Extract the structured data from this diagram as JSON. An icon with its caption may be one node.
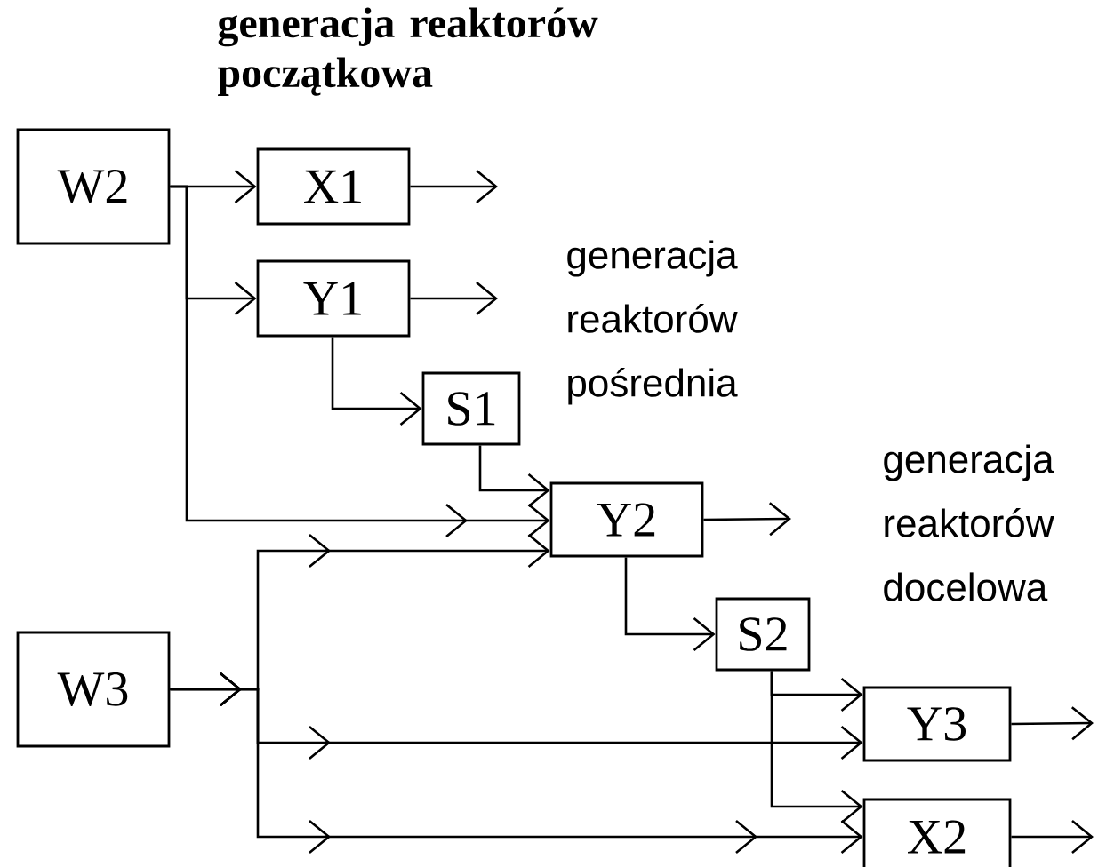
{
  "diagram": {
    "nodes": [
      {
        "text": [
          "W2"
        ]
      },
      {
        "text": [
          "X1"
        ]
      },
      {
        "text": [
          "Y1"
        ]
      },
      {
        "text": [
          "S1"
        ]
      },
      {
        "text": [
          "Y2"
        ]
      },
      {
        "text": [
          "S2"
        ]
      },
      {
        "text": [
          "W3"
        ]
      },
      {
        "text": [
          "Y3"
        ]
      },
      {
        "text": [
          "X2"
        ]
      }
    ],
    "edges": [
      {
        "from": 0,
        "to": 1,
        "arrow": "to"
      },
      {
        "from": 0,
        "to": 2,
        "arrow": "to"
      },
      {
        "from": 0,
        "to": 4,
        "arrow": "to"
      },
      {
        "from": 2,
        "to": 3,
        "arrow": "to"
      },
      {
        "from": 3,
        "to": 4,
        "arrow": "to"
      },
      {
        "from": 6,
        "to": 4,
        "arrow": "to"
      },
      {
        "from": 6,
        "to": 7,
        "arrow": "to"
      },
      {
        "from": 6,
        "to": 8,
        "arrow": "to"
      },
      {
        "from": 4,
        "to": 5,
        "arrow": "to"
      },
      {
        "from": 5,
        "to": 7,
        "arrow": "to"
      },
      {
        "from": 5,
        "to": 8,
        "arrow": "to"
      },
      {
        "from": 1,
        "to": null,
        "arrow": "to"
      },
      {
        "from": 2,
        "to": null,
        "arrow": "to"
      },
      {
        "from": 4,
        "to": null,
        "arrow": "to"
      },
      {
        "from": 7,
        "to": null,
        "arrow": "to"
      },
      {
        "from": 8,
        "to": null,
        "arrow": "to"
      }
    ],
    "labels": [
      "generacja reaktorów początkowa",
      "generacja reaktorów pośrednia",
      "generacja reaktorów docelowa"
    ]
  }
}
